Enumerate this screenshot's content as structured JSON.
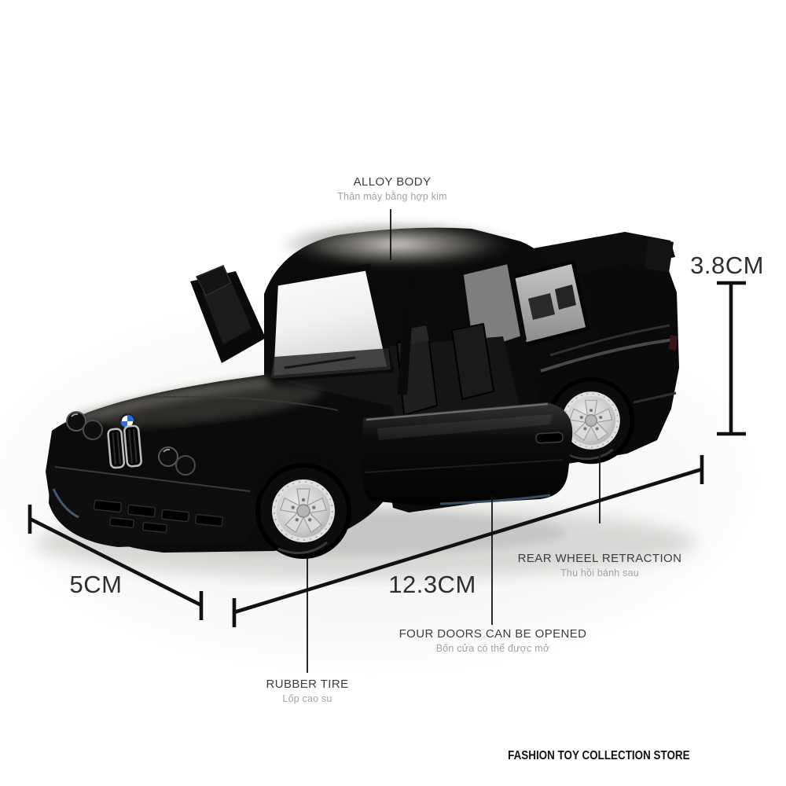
{
  "canvas": {
    "background": "#ffffff"
  },
  "product": {
    "description": "black diecast model sports car, three-quarter front view, doors open, rear spoiler",
    "body_color": "#0b0b0b",
    "wheel_color": "#d8d8d8",
    "badge": "bmw-roundel"
  },
  "callouts": {
    "alloy_body": {
      "title": "ALLOY BODY",
      "subtitle": "Thân máy bằng hợp kim"
    },
    "four_doors": {
      "title": "FOUR DOORS CAN BE OPENED",
      "subtitle": "Bốn cửa có thể được mở"
    },
    "rear_wheel": {
      "title": "REAR WHEEL RETRACTION",
      "subtitle": "Thu hồi bánh sau"
    },
    "rubber_tire": {
      "title": "RUBBER TIRE",
      "subtitle": "Lốp cao su"
    }
  },
  "dimensions": {
    "height": {
      "value": "3.8CM"
    },
    "front_width": {
      "value": "5CM"
    },
    "length": {
      "value": "12.3CM"
    }
  },
  "watermark": {
    "text": "FASHION TOY COLLECTION STORE"
  },
  "colors": {
    "annotation_line": "#111111",
    "label_title": "#3c3c3c",
    "label_subtitle": "#a2a2a2",
    "dimension_text": "#2e2e2e"
  }
}
